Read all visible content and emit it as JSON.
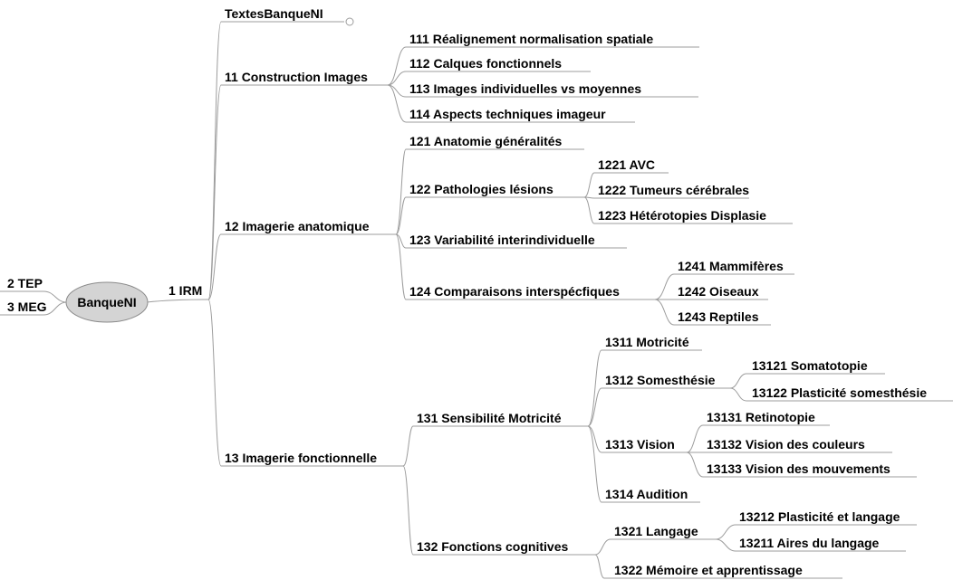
{
  "diagram": {
    "type": "mindmap",
    "root": {
      "label": "BanqueNI"
    },
    "nodes": {
      "tep": {
        "label": "2 TEP",
        "parent": "BanqueNI",
        "side": "left"
      },
      "meg": {
        "label": "3 MEG",
        "parent": "BanqueNI",
        "side": "left"
      },
      "irm": {
        "label": "1 IRM",
        "parent": "BanqueNI",
        "side": "right"
      },
      "textes": {
        "label": "TextesBanqueNI",
        "parent": "1 IRM",
        "collapsed": true
      },
      "n11": {
        "label": "11 Construction Images",
        "parent": "1 IRM"
      },
      "n111": {
        "label": "111 Réalignement normalisation spatiale",
        "parent": "11 Construction Images"
      },
      "n112": {
        "label": "112 Calques fonctionnels",
        "parent": "11 Construction Images"
      },
      "n113": {
        "label": "113 Images individuelles vs moyennes",
        "parent": "11 Construction Images"
      },
      "n114": {
        "label": "114 Aspects techniques imageur",
        "parent": "11 Construction Images"
      },
      "n12": {
        "label": "12 Imagerie anatomique",
        "parent": "1 IRM"
      },
      "n121": {
        "label": "121 Anatomie généralités",
        "parent": "12 Imagerie anatomique"
      },
      "n122": {
        "label": "122 Pathologies lésions",
        "parent": "12 Imagerie anatomique"
      },
      "n1221": {
        "label": "1221 AVC",
        "parent": "122 Pathologies lésions"
      },
      "n1222": {
        "label": "1222 Tumeurs cérébrales",
        "parent": "122 Pathologies lésions"
      },
      "n1223": {
        "label": "1223 Hétérotopies Displasie",
        "parent": "122 Pathologies lésions"
      },
      "n123": {
        "label": "123 Variabilité interindividuelle",
        "parent": "12 Imagerie anatomique"
      },
      "n124": {
        "label": "124 Comparaisons interspécfiques",
        "parent": "12 Imagerie anatomique"
      },
      "n1241": {
        "label": "1241 Mammifères",
        "parent": "124 Comparaisons interspécfiques"
      },
      "n1242": {
        "label": "1242 Oiseaux",
        "parent": "124 Comparaisons interspécfiques"
      },
      "n1243": {
        "label": "1243 Reptiles",
        "parent": "124 Comparaisons interspécfiques"
      },
      "n13": {
        "label": "13 Imagerie fonctionnelle",
        "parent": "1 IRM"
      },
      "n131": {
        "label": "131 Sensibilité Motricité",
        "parent": "13 Imagerie fonctionnelle"
      },
      "n1311": {
        "label": "1311 Motricité",
        "parent": "131 Sensibilité Motricité"
      },
      "n1312": {
        "label": "1312 Somesthésie",
        "parent": "131 Sensibilité Motricité"
      },
      "n13121": {
        "label": "13121 Somatotopie",
        "parent": "1312 Somesthésie"
      },
      "n13122": {
        "label": "13122 Plasticité somesthésie",
        "parent": "1312 Somesthésie"
      },
      "n1313": {
        "label": "1313 Vision",
        "parent": "131 Sensibilité Motricité"
      },
      "n13131": {
        "label": "13131 Retinotopie",
        "parent": "1313 Vision"
      },
      "n13132": {
        "label": "13132 Vision des couleurs",
        "parent": "1313 Vision"
      },
      "n13133": {
        "label": "13133 Vision des mouvements",
        "parent": "1313 Vision"
      },
      "n1314": {
        "label": "1314 Audition",
        "parent": "131 Sensibilité Motricité"
      },
      "n132": {
        "label": "132 Fonctions cognitives",
        "parent": "13 Imagerie fonctionnelle"
      },
      "n1321": {
        "label": "1321 Langage",
        "parent": "132 Fonctions cognitives"
      },
      "n13212": {
        "label": "13212 Plasticité et langage",
        "parent": "1321 Langage"
      },
      "n13211": {
        "label": "13211 Aires du langage",
        "parent": "1321 Langage"
      },
      "n1322": {
        "label": "1322 Mémoire et apprentissage",
        "parent": "132 Fonctions cognitives"
      }
    },
    "colors": {
      "edge": "#9c9c9c",
      "text": "#000000",
      "root_fill": "#d4d4d4",
      "root_stroke": "#8a8a8a",
      "background": "#ffffff"
    }
  }
}
